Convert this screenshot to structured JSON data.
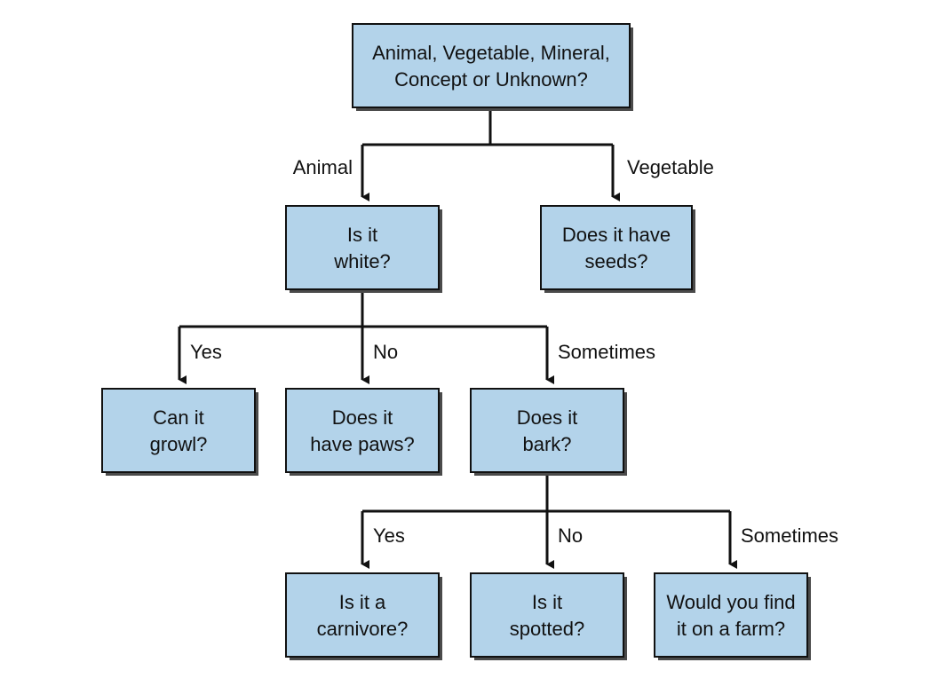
{
  "colors": {
    "box_fill": "#b3d3ea",
    "box_stroke": "#111111",
    "line": "#111111",
    "text": "#111111"
  },
  "nodes": [
    {
      "id": "root",
      "lines": [
        "Animal, Vegetable, Mineral,",
        "Concept or Unknown?"
      ]
    },
    {
      "id": "white",
      "lines": [
        "Is it",
        "white?"
      ]
    },
    {
      "id": "seeds",
      "lines": [
        "Does it have",
        "seeds?"
      ]
    },
    {
      "id": "growl",
      "lines": [
        "Can it",
        "growl?"
      ]
    },
    {
      "id": "paws",
      "lines": [
        "Does it",
        "have paws?"
      ]
    },
    {
      "id": "bark",
      "lines": [
        "Does it",
        "bark?"
      ]
    },
    {
      "id": "carnivore",
      "lines": [
        "Is it a",
        "carnivore?"
      ]
    },
    {
      "id": "spotted",
      "lines": [
        "Is it",
        "spotted?"
      ]
    },
    {
      "id": "farm",
      "lines": [
        "Would you find",
        "it on a farm?"
      ]
    }
  ],
  "edges": [
    {
      "from": "root",
      "to": "white",
      "label": "Animal"
    },
    {
      "from": "root",
      "to": "seeds",
      "label": "Vegetable"
    },
    {
      "from": "white",
      "to": "growl",
      "label": "Yes"
    },
    {
      "from": "white",
      "to": "paws",
      "label": "No"
    },
    {
      "from": "white",
      "to": "bark",
      "label": "Sometimes"
    },
    {
      "from": "bark",
      "to": "carnivore",
      "label": "Yes"
    },
    {
      "from": "bark",
      "to": "spotted",
      "label": "No"
    },
    {
      "from": "bark",
      "to": "farm",
      "label": "Sometimes"
    }
  ]
}
